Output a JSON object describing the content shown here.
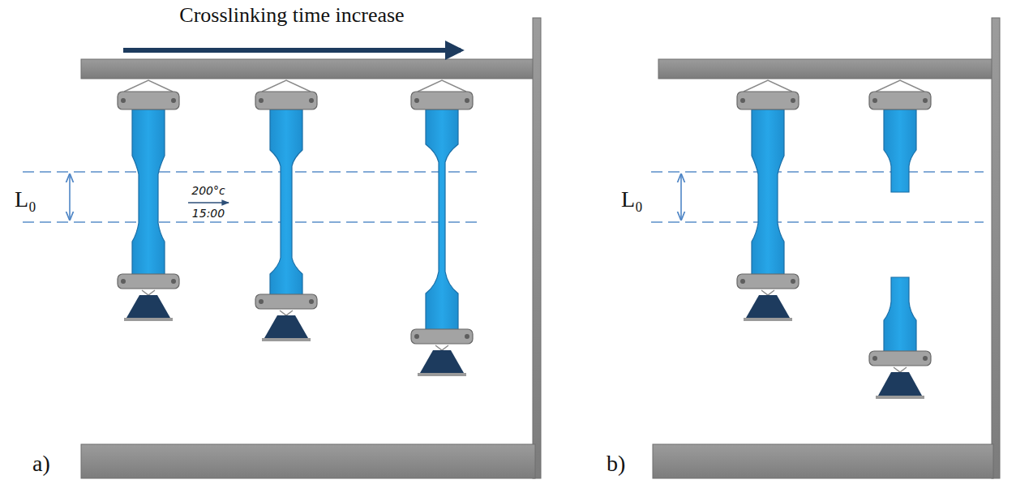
{
  "diagram": {
    "labels": [
      "Crosslinking time increase",
      "L₀",
      "200°c",
      "15:00",
      "a)",
      "L₀",
      "b)"
    ]
  }
}
